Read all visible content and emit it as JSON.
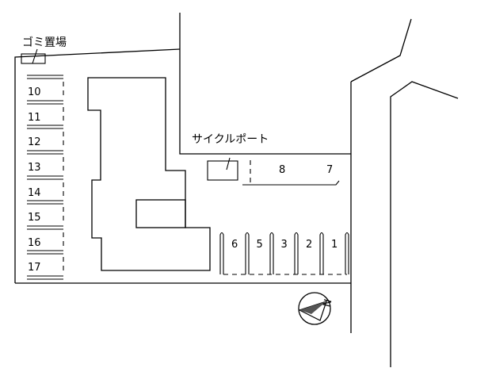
{
  "labels": {
    "garbage": "ゴミ置場",
    "cycle_port": "サイクルポート",
    "north": "N"
  },
  "left_spaces": [
    "10",
    "11",
    "12",
    "13",
    "14",
    "15",
    "16",
    "17"
  ],
  "top_spaces": [
    "8",
    "7"
  ],
  "bottom_spaces": [
    "6",
    "5",
    "3",
    "2",
    "1"
  ]
}
